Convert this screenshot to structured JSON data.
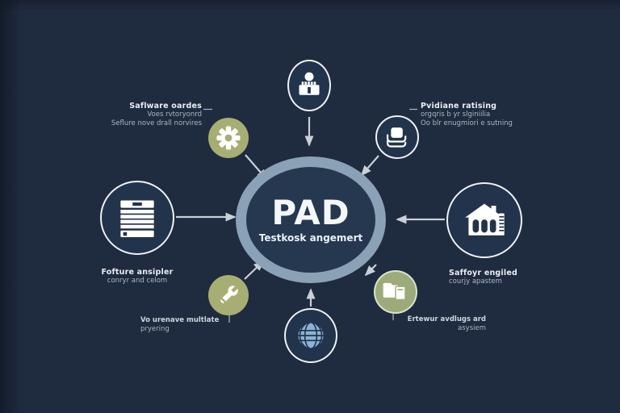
{
  "colors": {
    "bg": "#1f2b3e",
    "ring": "#8ba1b6",
    "inner": "#25384f",
    "node": "#22334c",
    "node_border": "#eef2f6",
    "olive": "#a6ae74",
    "sage": "#9cab79",
    "globe": "#8cb2d4",
    "arrow": "#c8d0d8",
    "connector": "#9fb0bf",
    "text_bright": "#e9eef4",
    "text_dim": "#aab8c6"
  },
  "center": {
    "title": "PAD",
    "subtitle": "Testkosk angemert"
  },
  "labels": {
    "top_left": {
      "title": "Saflware oardes",
      "lines": [
        "Voes rvtoryonrd",
        "Seflure nove drall norvires"
      ]
    },
    "top_right": {
      "title": "Pvidiane ratising",
      "lines": [
        "orgqris b yr slginiilia",
        "Oo blr enugmiori e sutning"
      ]
    },
    "left": {
      "title": "Fofture ansipler",
      "lines": [
        "conryr and celom"
      ]
    },
    "bottom_left": {
      "lines": [
        "Vo urenave multlate",
        "pryering"
      ]
    },
    "right": {
      "title": "Saffoyr engiled",
      "lines": [
        "courjy apastem"
      ]
    },
    "bottom_right": {
      "lines": [
        "Ertewur avdlugs ard",
        "asysiem"
      ]
    }
  },
  "nodes": [
    {
      "id": "top",
      "icon": "person-desk-icon"
    },
    {
      "id": "top-left",
      "icon": "gear-icon"
    },
    {
      "id": "top-right",
      "icon": "stacked-cards-icon"
    },
    {
      "id": "left",
      "icon": "server-icon"
    },
    {
      "id": "right",
      "icon": "schoolhouse-icon"
    },
    {
      "id": "bottom-left",
      "icon": "wrench-icon"
    },
    {
      "id": "bottom",
      "icon": "globe-icon"
    },
    {
      "id": "bottom-right",
      "icon": "folder-documents-icon"
    }
  ]
}
